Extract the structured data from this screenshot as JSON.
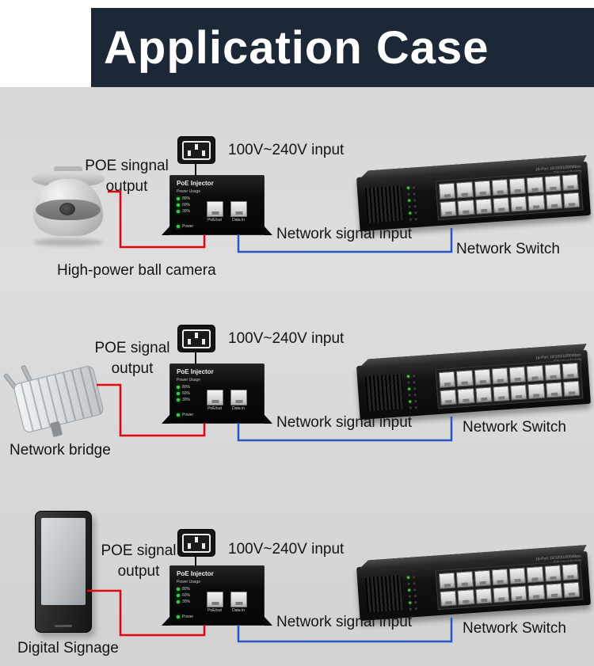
{
  "header": {
    "title": "Application Case"
  },
  "injector": {
    "title": "PoE Injector",
    "usage": "Power Usage",
    "level1": "80%",
    "level2": "60%",
    "level3": "30%",
    "power": "Power",
    "port_out": "PoE/out",
    "port_in": "Data in"
  },
  "switch_unit": {
    "line1": "16-Port 10/100/1000Mbps",
    "line2": "Ethernet Switch"
  },
  "rows": [
    {
      "poe_line1": "POE singnal",
      "poe_line2": "output",
      "power_input": "100V~240V input",
      "network_input": "Network signal input",
      "switch_label": "Network Switch",
      "device_label": "High-power ball camera"
    },
    {
      "poe_line1": "POE signal",
      "poe_line2": "output",
      "power_input": "100V~240V input",
      "network_input": "Network signal input",
      "switch_label": "Network Switch",
      "device_label": "Network bridge"
    },
    {
      "poe_line1": "POE signal",
      "poe_line2": "output",
      "power_input": "100V~240V input",
      "network_input": "Network signal input",
      "switch_label": "Network Switch",
      "device_label": "Digital Signage"
    }
  ],
  "colors": {
    "header_bg": "#1c2836",
    "poe_cable": "#e60012",
    "network_cable": "#2456c4"
  }
}
